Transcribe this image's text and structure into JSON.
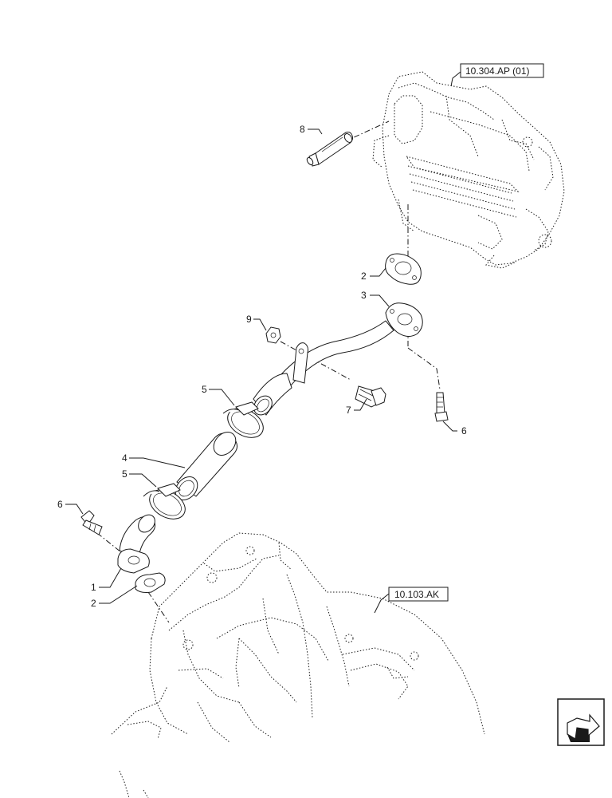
{
  "diagram": {
    "references": {
      "top": "10.304.AP (01)",
      "bottom": "10.103.AK"
    },
    "callouts": {
      "c1": "1",
      "c2_top": "2",
      "c2_bottom": "2",
      "c3": "3",
      "c4": "4",
      "c5_top": "5",
      "c5_bottom": "5",
      "c6_left": "6",
      "c6_right": "6",
      "c7": "7",
      "c8": "8",
      "c9": "9"
    },
    "nav_icon": "back-arrow-icon"
  }
}
